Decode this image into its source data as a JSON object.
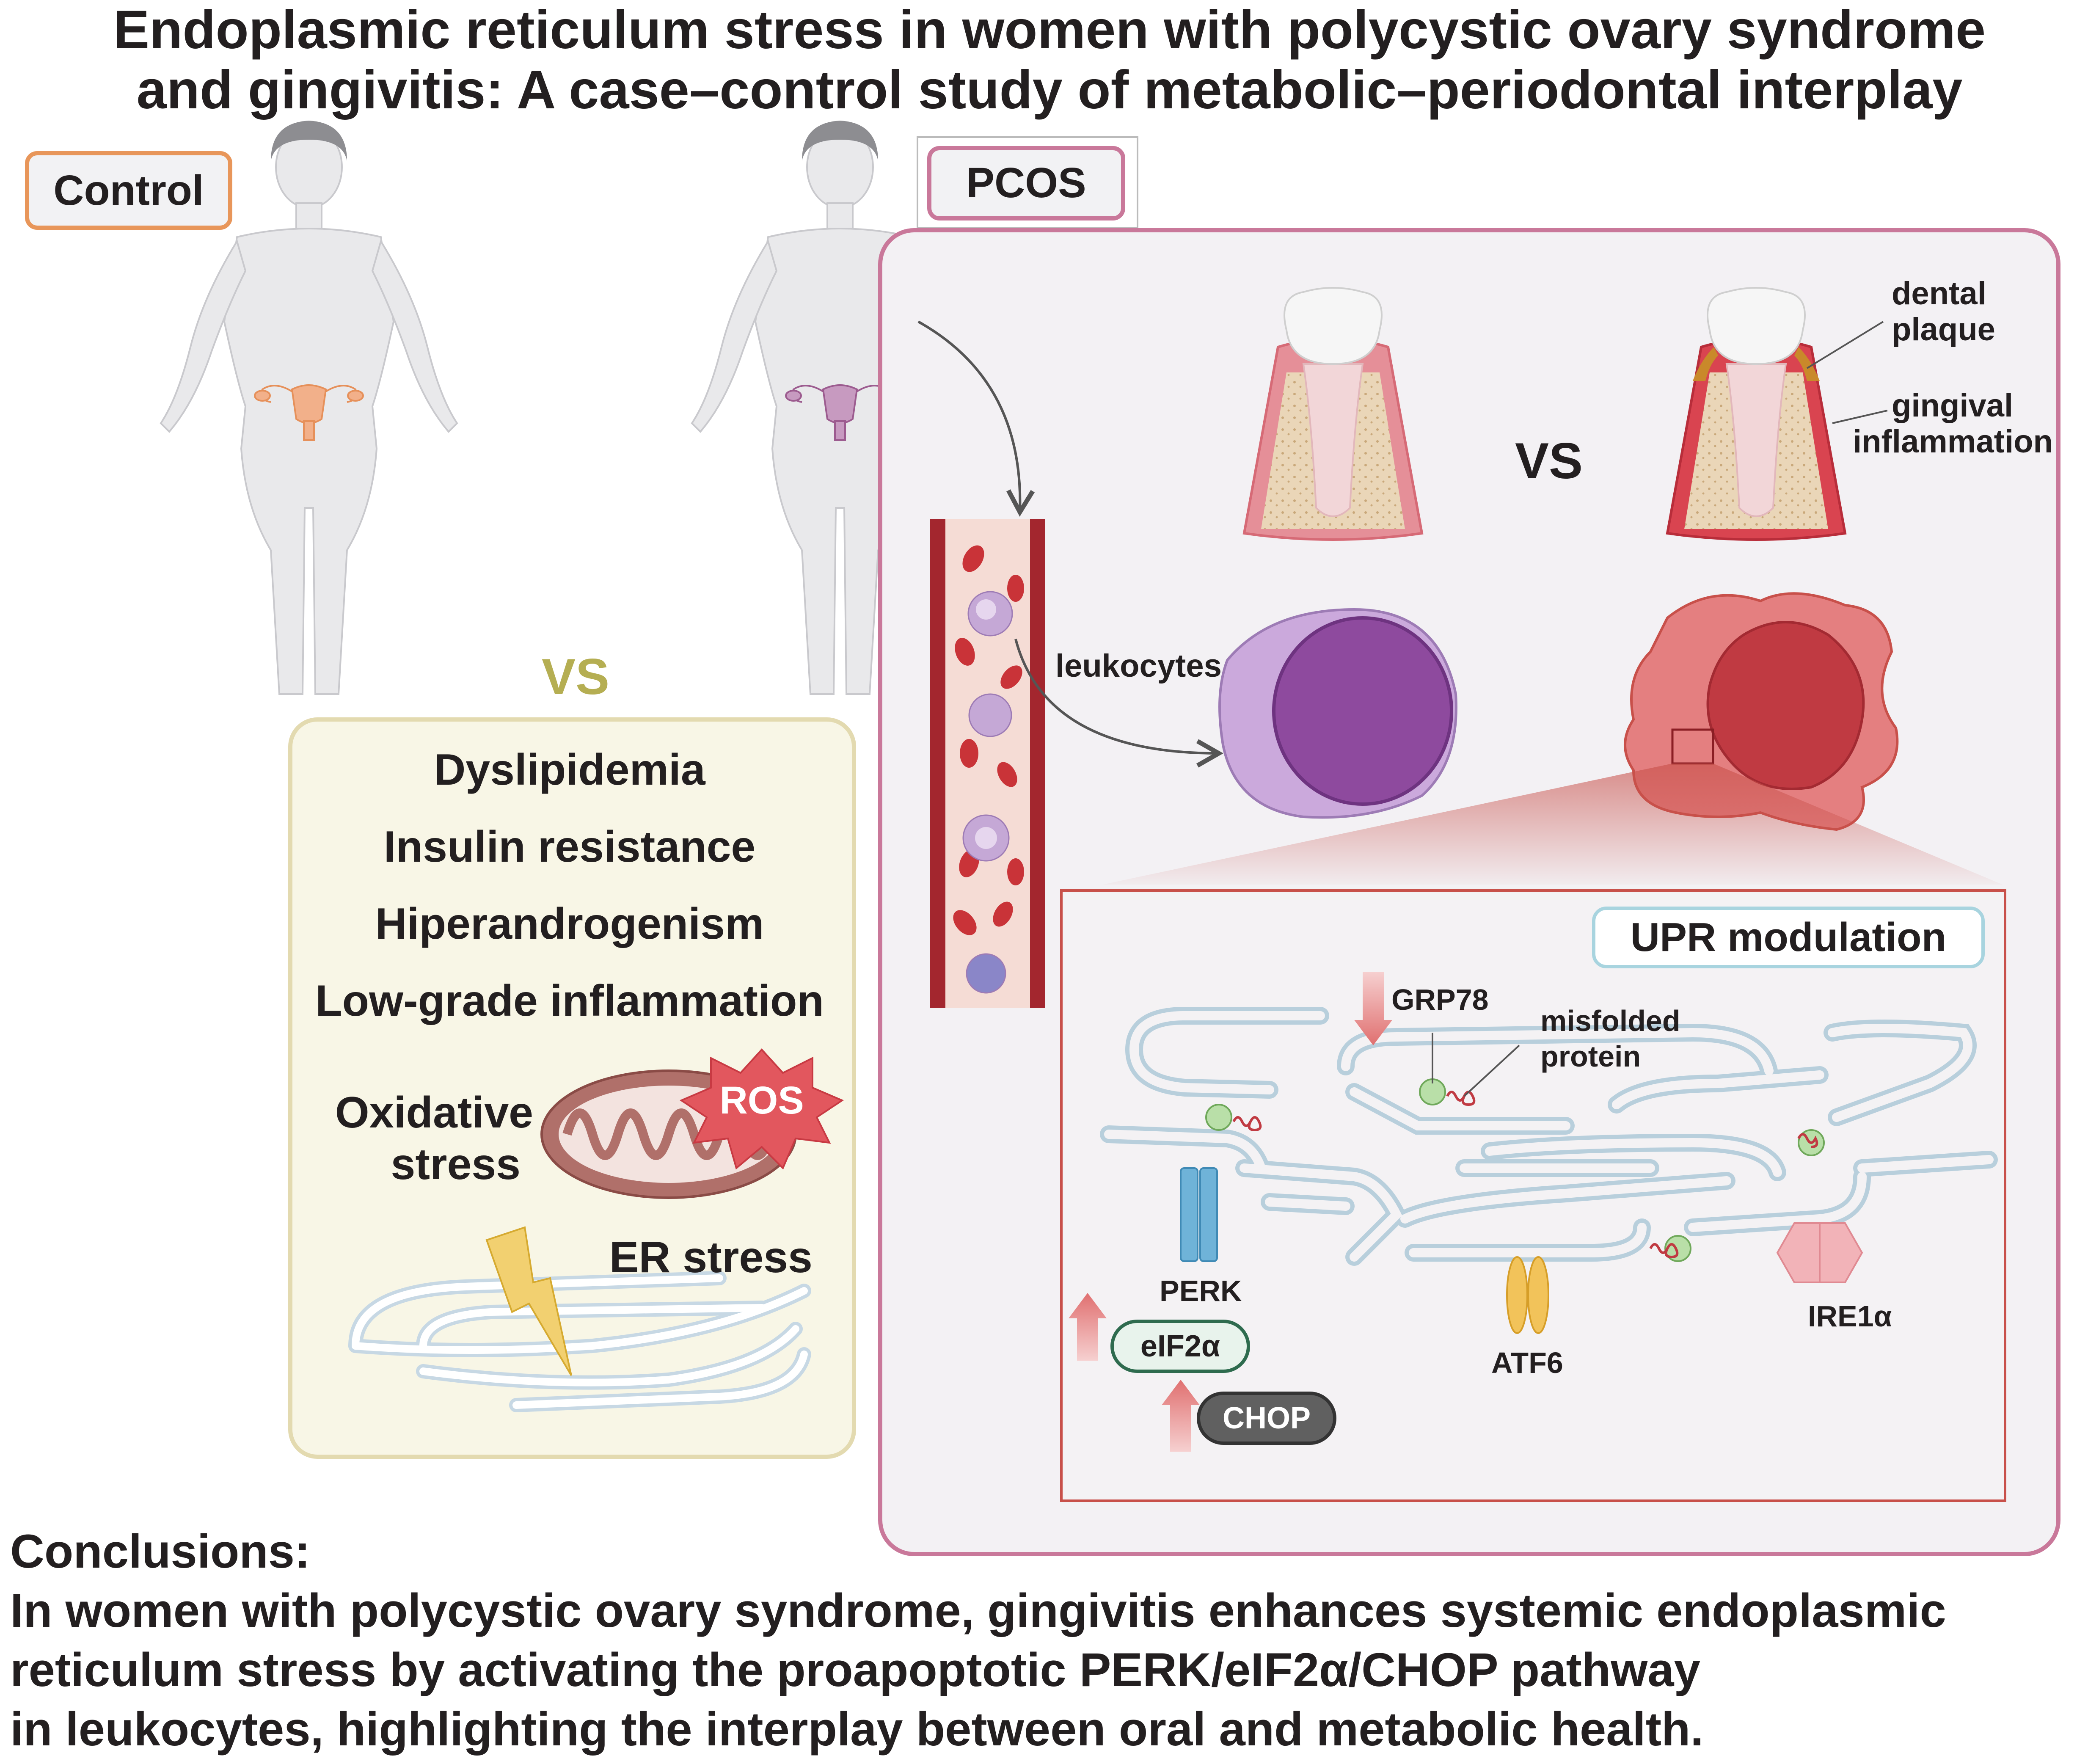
{
  "title": {
    "line1": "Endoplasmic reticulum stress in women with polycystic ovary syndrome",
    "line2": "and gingivitis: A case–control study of metabolic–periodontal interplay"
  },
  "groups": {
    "control": "Control",
    "pcos": "PCOS"
  },
  "systemic": {
    "vs": "VS",
    "factors": [
      "Dyslipidemia",
      "Insulin resistance",
      "Hiperandrogenism",
      "Low-grade inflammation"
    ],
    "oxidative_line1": "Oxidative",
    "oxidative_line2": "stress",
    "ros": "ROS",
    "er_stress": "ER stress"
  },
  "periodontal": {
    "vs": "VS",
    "dental_plaque_line1": "dental",
    "dental_plaque_line2": "plaque",
    "gingival_line1": "gingival",
    "gingival_line2": "inflammation",
    "leukocytes": "leukocytes"
  },
  "upr": {
    "title": "UPR modulation",
    "grp78": "GRP78",
    "misfolded_line1": "misfolded",
    "misfolded_line2": "protein",
    "perk": "PERK",
    "eif2a": "eIF2α",
    "chop": "CHOP",
    "atf6": "ATF6",
    "ire1a": "IRE1α"
  },
  "conclusions": {
    "heading": "Conclusions:",
    "line1": "In women with polycystic ovary syndrome, gingivitis enhances systemic endoplasmic",
    "line2": "reticulum stress by activating the proapoptotic PERK/eIF2α/CHOP pathway",
    "line3": "in leukocytes, highlighting the interplay between oral and metabolic health."
  },
  "colors": {
    "control_accent": "#e8965a",
    "pcos_accent": "#c9789a",
    "vs_olive": "#b5ae52",
    "systemic_panel_fill": "#f8f6e6",
    "pcos_panel_fill": "#f3f1f4",
    "upr_border": "#c8504a",
    "upr_tag_border": "#a8d4df",
    "up_arrow": "#e07070",
    "down_arrow": "#e07070",
    "leukocyte_purple": "#c5a8d6",
    "inflamed_cell": "#e07070"
  }
}
